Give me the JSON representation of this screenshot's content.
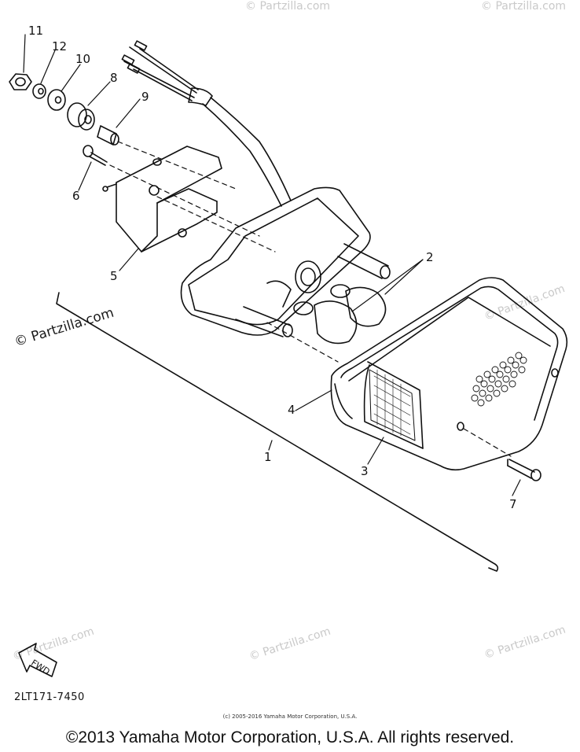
{
  "watermarks": {
    "main": "© Partzilla.com",
    "faint": "© Partzilla.com"
  },
  "callouts": {
    "c1": "1",
    "c2": "2",
    "c3": "3",
    "c4": "4",
    "c5": "5",
    "c6": "6",
    "c7": "7",
    "c8": "8",
    "c9": "9",
    "c10": "10",
    "c11": "11",
    "c12": "12"
  },
  "fwd_label": "FWD",
  "diagram_code": "2LT171-7450",
  "small_copyright": "(c) 2005-2016 Yamaha Motor Corporation, U.S.A.",
  "copyright": "©2013 Yamaha Motor Corporation, U.S.A. All rights reserved."
}
